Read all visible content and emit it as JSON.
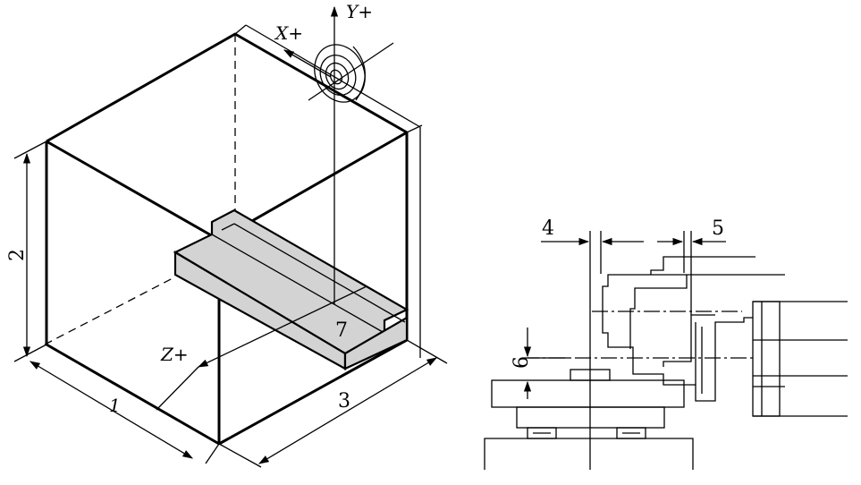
{
  "labels": {
    "dim_1": "1",
    "dim_2": "2",
    "dim_3": "3",
    "dim_4": "4",
    "dim_5": "5",
    "dim_6": "6",
    "part_7": "7",
    "axis_x": "X+",
    "axis_y": "Y+",
    "axis_z": "Z+"
  },
  "colors": {
    "ink": "#000000",
    "part_fill": "#d3d3d3",
    "background": "#ffffff"
  }
}
